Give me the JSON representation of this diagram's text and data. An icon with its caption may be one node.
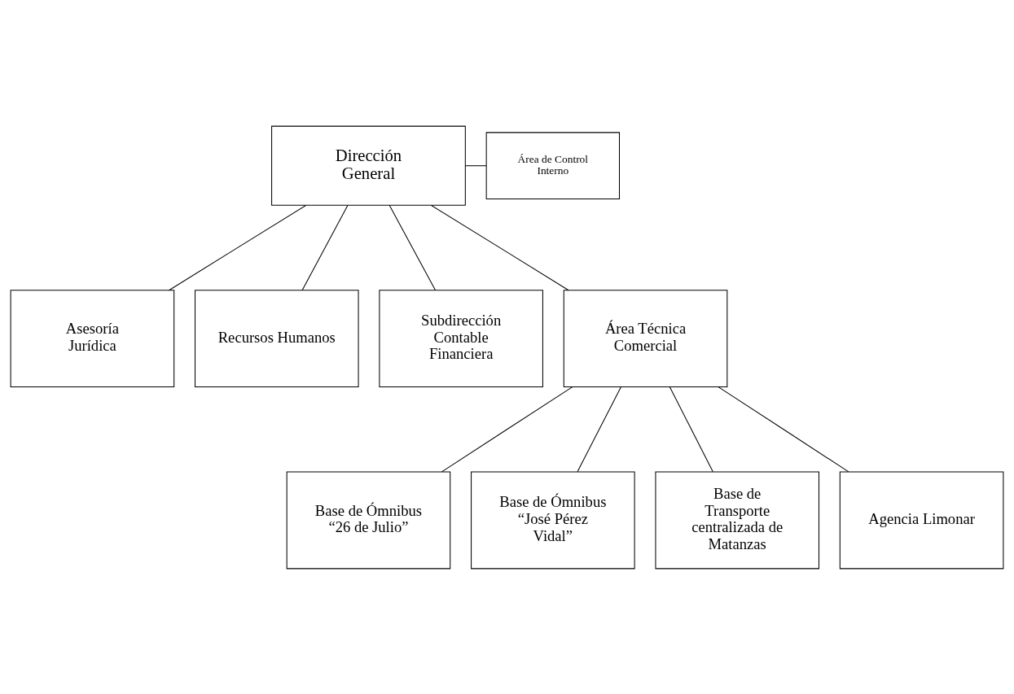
{
  "diagram": {
    "nodes": [
      {
        "text": [
          "Dirección General"
        ]
      },
      {
        "text": [
          "Área de Control Interno"
        ]
      },
      {
        "text": [
          "Asesoría Jurídica"
        ]
      },
      {
        "text": [
          "Recursos Humanos"
        ]
      },
      {
        "text": [
          "Subdirección Contable Financiera"
        ]
      },
      {
        "text": [
          "Área Técnica Comercial"
        ]
      },
      {
        "text": [
          "Base de Ómnibus “26 de Julio”"
        ]
      },
      {
        "text": [
          "Base de Ómnibus “José Pérez Vidal”"
        ]
      },
      {
        "text": [
          "Base de Transporte centralizada de Matanzas"
        ]
      },
      {
        "text": [
          "Agencia Limonar"
        ]
      }
    ],
    "edges": [
      {
        "from": 0,
        "to": 1,
        "arrow": "none"
      },
      {
        "from": 0,
        "to": 2,
        "arrow": "none"
      },
      {
        "from": 0,
        "to": 3,
        "arrow": "none"
      },
      {
        "from": 0,
        "to": 4,
        "arrow": "none"
      },
      {
        "from": 0,
        "to": 5,
        "arrow": "none"
      },
      {
        "from": 5,
        "to": 6,
        "arrow": "none"
      },
      {
        "from": 5,
        "to": 7,
        "arrow": "none"
      },
      {
        "from": 5,
        "to": 8,
        "arrow": "none"
      },
      {
        "from": 5,
        "to": 9,
        "arrow": "none"
      }
    ]
  }
}
